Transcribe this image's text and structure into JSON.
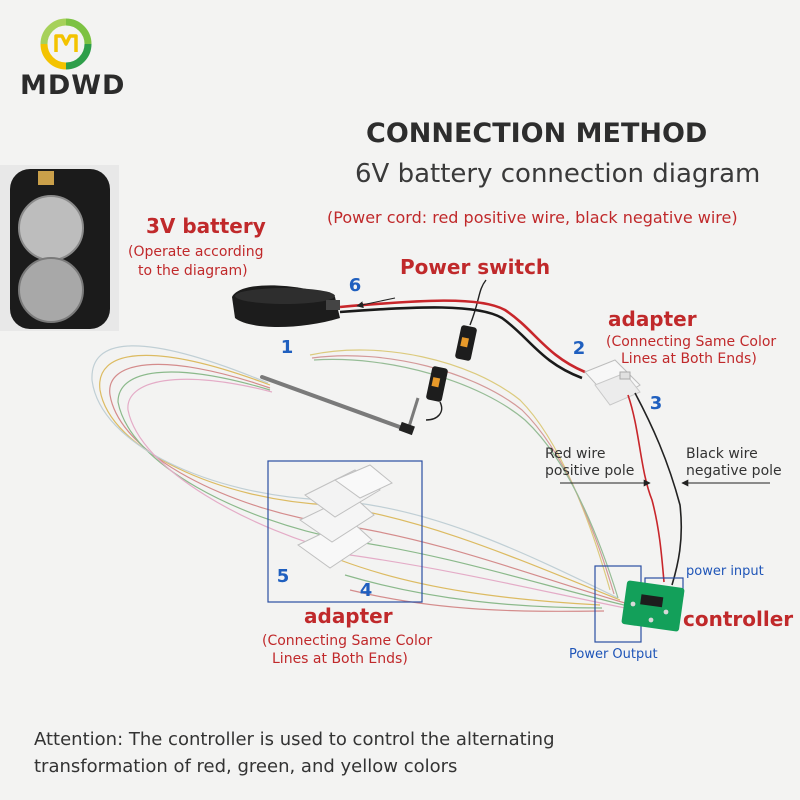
{
  "brand": {
    "name": "MDWD",
    "logo_icon": "mdwd-logo-icon"
  },
  "header": {
    "title": "CONNECTION METHOD",
    "subtitle": "6V battery connection diagram",
    "power_cord_note": "(Power cord: red positive wire, black negative wire)"
  },
  "battery": {
    "title": "3V battery",
    "note_line1": "(Operate according",
    "note_line2": "to the diagram)"
  },
  "power_switch": {
    "label": "Power switch"
  },
  "adapter_top": {
    "title": "adapter",
    "note_line1": "(Connecting Same Color",
    "note_line2": "Lines at Both Ends)"
  },
  "adapter_bottom": {
    "title": "adapter",
    "note_line1": "(Connecting Same Color",
    "note_line2": "Lines at Both Ends)"
  },
  "wires": {
    "red_line1": "Red wire",
    "red_line2": "positive pole",
    "black_line1": "Black wire",
    "black_line2": "negative pole"
  },
  "controller": {
    "title": "controller",
    "power_input": "power input",
    "power_output": "Power Output"
  },
  "steps": [
    "1",
    "2",
    "3",
    "4",
    "5",
    "6"
  ],
  "attention": "Attention: The controller is used to control the alternating transformation of red, green, and yellow colors",
  "colors": {
    "accent_red": "#c0292b",
    "accent_blue": "#1f5fbf",
    "text_dark": "#2d2d2d",
    "logo_green": "#7cc242",
    "logo_yellow": "#f3c300"
  }
}
